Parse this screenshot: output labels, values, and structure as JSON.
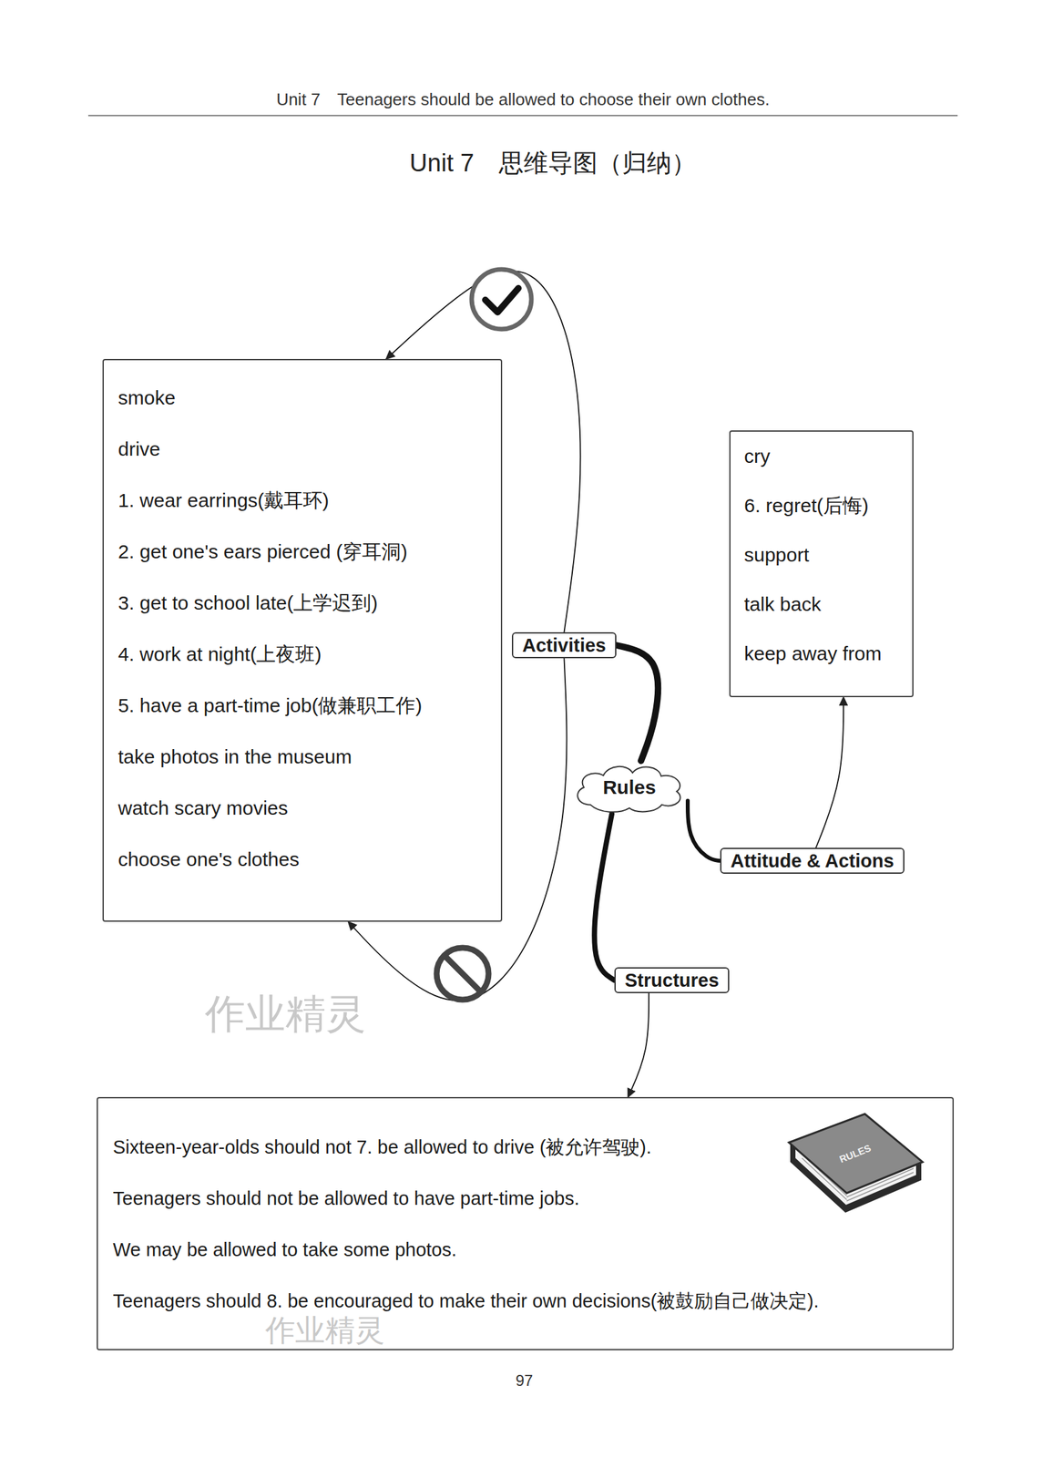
{
  "diagram": {
    "title": "Unit 7　思维导图（归纳）",
    "nodes": [
      {
        "text": [
          "smoke",
          "drive",
          "1. wear earrings(戴耳环)",
          "2. get one's ears pierced (穿耳洞)",
          "3. get to school late(上学迟到)",
          "4. work at night(上夜班)",
          "5. have a part-time job(做兼职工作)",
          "take photos in the museum",
          "watch scary movies",
          "choose one's clothes"
        ]
      },
      {
        "text": [
          "cry",
          "6. regret(后悔)",
          "support",
          "talk back",
          "keep away from"
        ]
      },
      {
        "text": [
          "Activities"
        ]
      },
      {
        "text": [
          "Rules"
        ]
      },
      {
        "text": [
          "Attitude & Actions"
        ]
      },
      {
        "text": [
          "Structures"
        ]
      },
      {
        "text": [
          "Sixteen-year-olds should not 7. be allowed to drive (被允许驾驶).",
          "Teenagers should not be allowed to have part-time jobs.",
          "We may be allowed to take some photos.",
          "Teenagers should 8. be encouraged to make their own decisions(被鼓励自己做决定)."
        ]
      }
    ],
    "edges": [
      {
        "from": 3,
        "to": 2,
        "arrow": "none"
      },
      {
        "from": 3,
        "to": 4,
        "arrow": "none"
      },
      {
        "from": 3,
        "to": 5,
        "arrow": "none"
      },
      {
        "from": 4,
        "to": 1,
        "arrow": "to"
      },
      {
        "from": 5,
        "to": 6,
        "arrow": "to"
      },
      {
        "from": 2,
        "to": 0,
        "arrow": "to"
      },
      {
        "from": 2,
        "to": 0,
        "arrow": "to"
      }
    ],
    "labels": [
      "Unit 7　Teenagers should be allowed to choose their own clothes.",
      "RULES",
      "作业精灵",
      "作业精灵",
      "97"
    ]
  }
}
